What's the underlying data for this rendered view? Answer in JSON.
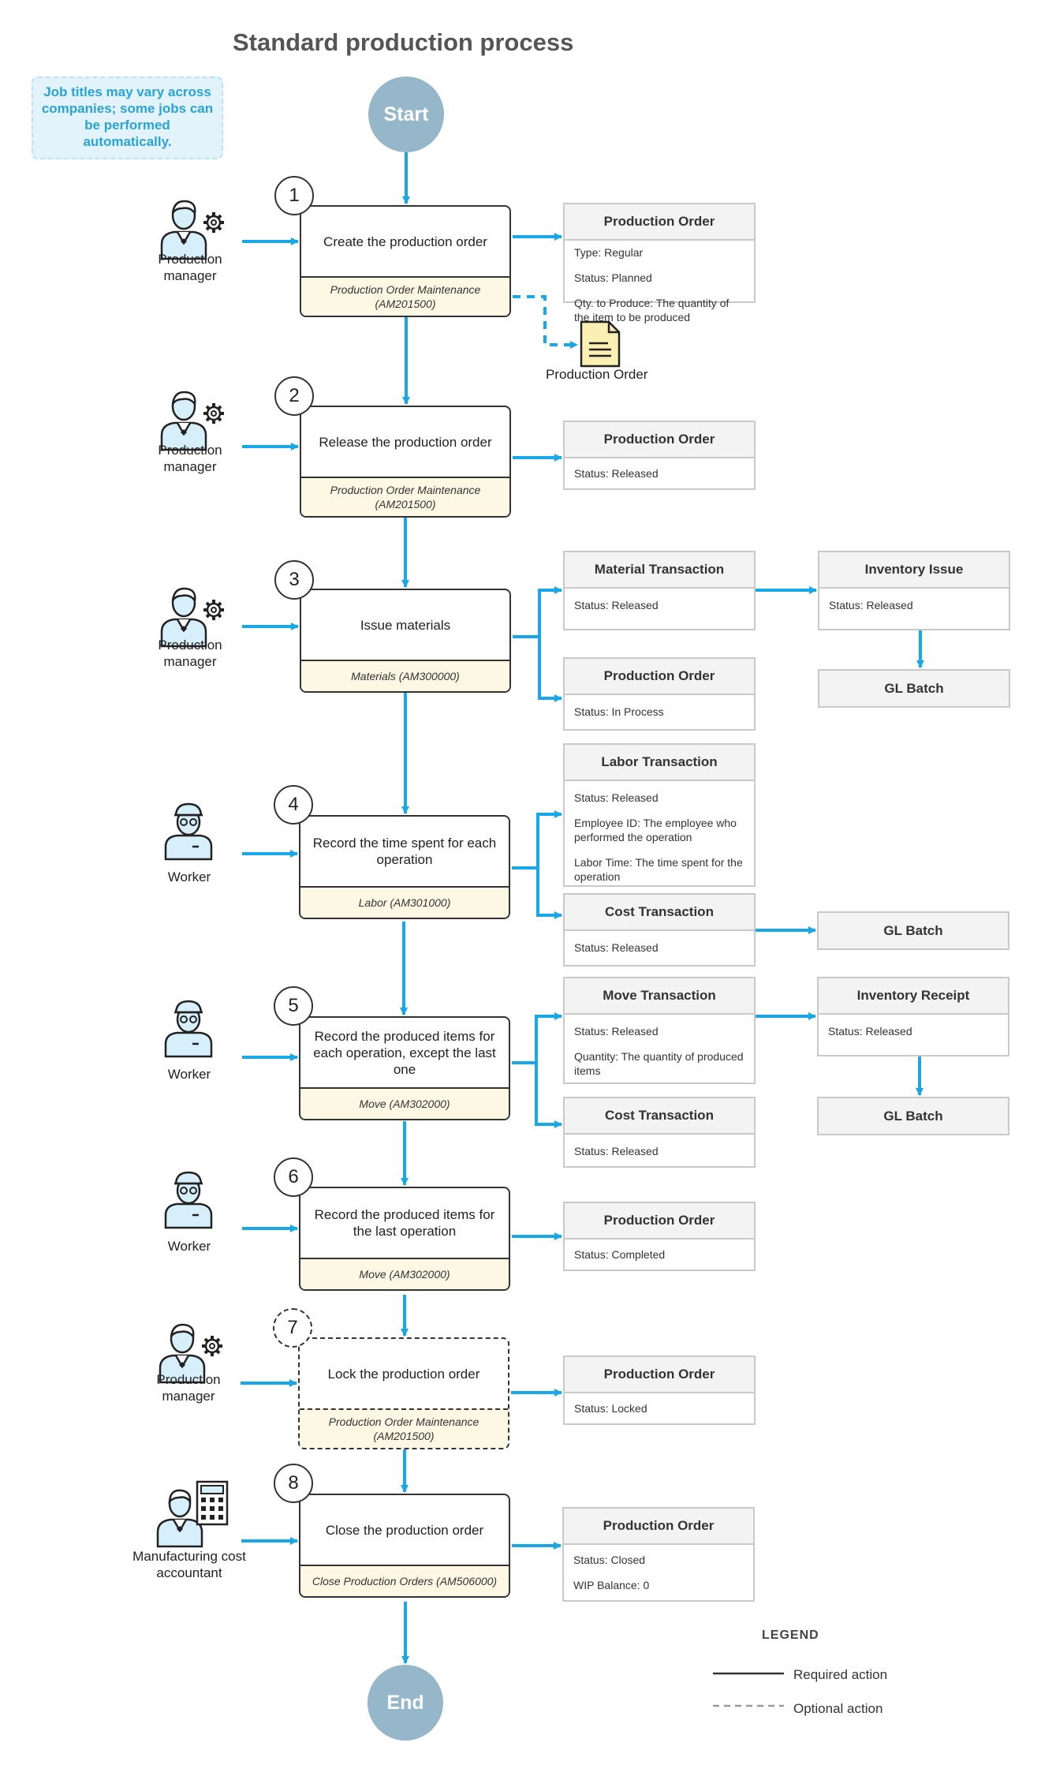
{
  "title": "Standard production process",
  "note": "Job titles may vary across companies; some jobs can be performed automatically.",
  "terminals": {
    "start": "Start",
    "end": "End"
  },
  "steps": [
    {
      "number": "1",
      "action": "Create the production order",
      "form": "Production Order Maintenance (AM201500)",
      "actor": "Production manager",
      "optional": false
    },
    {
      "number": "2",
      "action": "Release the production order",
      "form": "Production Order Maintenance (AM201500)",
      "actor": "Production manager",
      "optional": false
    },
    {
      "number": "3",
      "action": "Issue materials",
      "form": "Materials (AM300000)",
      "actor": "Production manager",
      "optional": false
    },
    {
      "number": "4",
      "action": "Record the time spent for each operation",
      "form": "Labor (AM301000)",
      "actor": "Worker",
      "optional": false
    },
    {
      "number": "5",
      "action": "Record the produced items for each operation, except the last one",
      "form": "Move (AM302000)",
      "actor": "Worker",
      "optional": false
    },
    {
      "number": "6",
      "action": "Record the produced items for the last operation",
      "form": "Move (AM302000)",
      "actor": "Worker",
      "optional": false
    },
    {
      "number": "7",
      "action": "Lock the production order",
      "form": "Production Order Maintenance (AM201500)",
      "actor": "Production manager",
      "optional": true
    },
    {
      "number": "8",
      "action": "Close the production order",
      "form": "Close Production Orders (AM506000)",
      "actor": "Manufacturing cost accountant",
      "optional": false
    }
  ],
  "entities": [
    {
      "title": "Production Order",
      "fields": [
        "Type: Regular",
        "Status: Planned",
        "Qty. to Produce: The quantity of the item to be produced"
      ]
    },
    {
      "title": "Production Order",
      "fields": [
        "Status: Released"
      ]
    },
    {
      "title": "Material Transaction",
      "fields": [
        "Status: Released"
      ]
    },
    {
      "title": "Inventory Issue",
      "fields": [
        "Status: Released"
      ]
    },
    {
      "title": "GL Batch",
      "fields": []
    },
    {
      "title": "Production Order",
      "fields": [
        "Status: In Process"
      ]
    },
    {
      "title": "Labor Transaction",
      "fields": [
        "Status: Released",
        "Employee ID: The employee who performed the operation",
        "Labor Time: The time spent for the operation"
      ]
    },
    {
      "title": "Cost Transaction",
      "fields": [
        "Status: Released"
      ]
    },
    {
      "title": "GL Batch",
      "fields": []
    },
    {
      "title": "Move Transaction",
      "fields": [
        "Status: Released",
        "Quantity: The quantity of produced items"
      ]
    },
    {
      "title": "Inventory Receipt",
      "fields": [
        "Status: Released"
      ]
    },
    {
      "title": "GL Batch",
      "fields": []
    },
    {
      "title": "Cost Transaction",
      "fields": [
        "Status: Released"
      ]
    },
    {
      "title": "Production Order",
      "fields": [
        "Status: Completed"
      ]
    },
    {
      "title": "Production Order",
      "fields": [
        "Status: Locked"
      ]
    },
    {
      "title": "Production Order",
      "fields": [
        "Status: Closed",
        "WIP Balance: 0"
      ]
    }
  ],
  "document": {
    "label": "Production Order",
    "icon": "document-icon"
  },
  "legend": {
    "title": "LEGEND",
    "required": "Required action",
    "optional": "Optional action"
  },
  "colors": {
    "arrow": "#1aa7e8",
    "terminal": "#95b7c9",
    "form_fill": "#fdf8e4",
    "note_fill": "#e3f3fb",
    "note_text": "#2aa3d6"
  }
}
